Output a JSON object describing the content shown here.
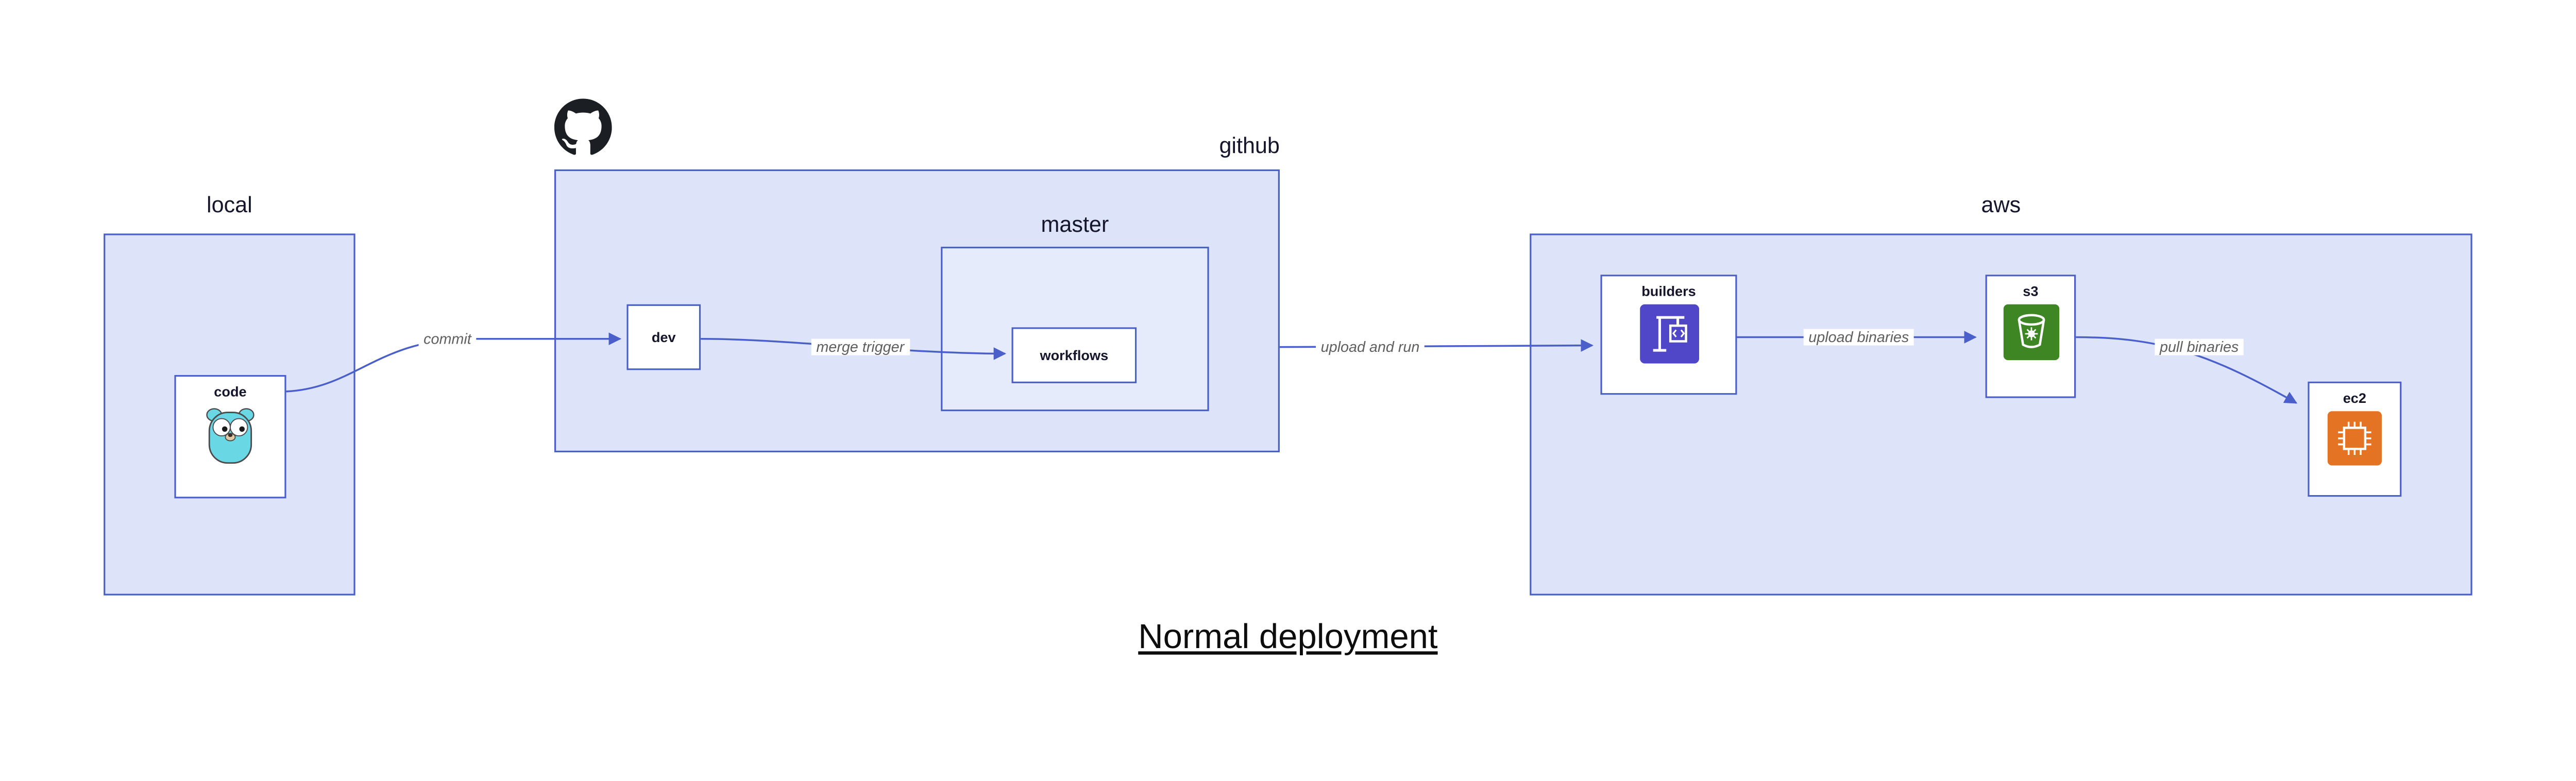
{
  "diagram": {
    "title": "Normal deployment",
    "groups": {
      "local": "local",
      "github": "github",
      "master": "master",
      "aws": "aws"
    },
    "nodes": {
      "code": "code",
      "dev": "dev",
      "workflows": "workflows",
      "builders": "builders",
      "s3": "s3",
      "ec2": "ec2"
    },
    "edges": {
      "commit": "commit",
      "merge_trigger": "merge trigger",
      "upload_and_run": "upload and run",
      "upload_binaries": "upload binaries",
      "pull_binaries": "pull binaries"
    },
    "icons": {
      "github_logo": "github-octocat-logo",
      "code_icon": "go-gopher-mascot",
      "builders_icon": "aws-codebuild-crane",
      "s3_icon": "aws-s3-bucket",
      "ec2_icon": "aws-ec2-chip"
    },
    "colors": {
      "group_fill": "#dde4fa",
      "master_fill": "#e6ebfc",
      "stroke_blue": "#4a5fc9",
      "edge_label_gray": "#5f5f5f",
      "gopher_teal": "#6ad7e5",
      "codebuild_purple": "#4f46c8",
      "s3_green": "#3e8624",
      "ec2_orange": "#e57324",
      "github_black": "#1b1f23"
    }
  }
}
